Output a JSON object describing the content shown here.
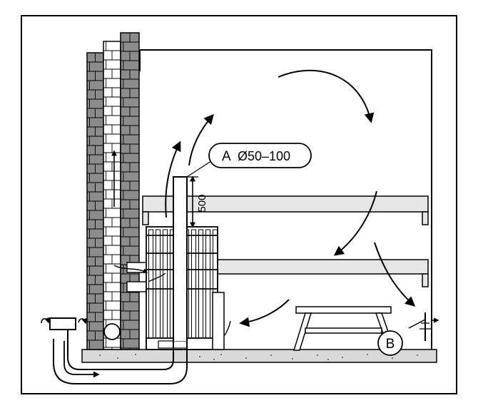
{
  "labels": {
    "a_letter": "A",
    "a_value": "Ø50–100",
    "dimension": "500",
    "b_letter": "B"
  },
  "colors": {
    "stroke": "#000000",
    "brick_dark": "#8c8c8c",
    "brick_light": "#ffffff",
    "bench_fill": "#e6e6e6",
    "floor_fill": "#d9d9d9",
    "background": "#ffffff"
  }
}
